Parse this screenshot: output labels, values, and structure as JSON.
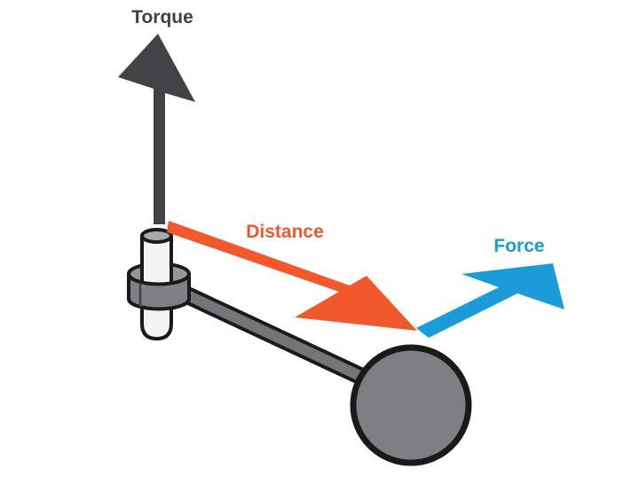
{
  "diagram": {
    "description": "Torque lever diagram with torque, distance and force vector arrows",
    "labels": {
      "torque": "Torque",
      "distance": "Distance",
      "force": "Force"
    },
    "colors": {
      "torque": "#434347",
      "torque_text": "#414144",
      "distance": "#F1582C",
      "force": "#1B9CD9",
      "outline": "#1A1A1A",
      "rod": "#747579",
      "collar": "#7E8084",
      "collar_rim": "#94969A",
      "ball": "#7E7F82",
      "axle_body": "#F3F3F4",
      "axle_top": "#A7A9AC",
      "background": "#FFFFFF"
    }
  }
}
